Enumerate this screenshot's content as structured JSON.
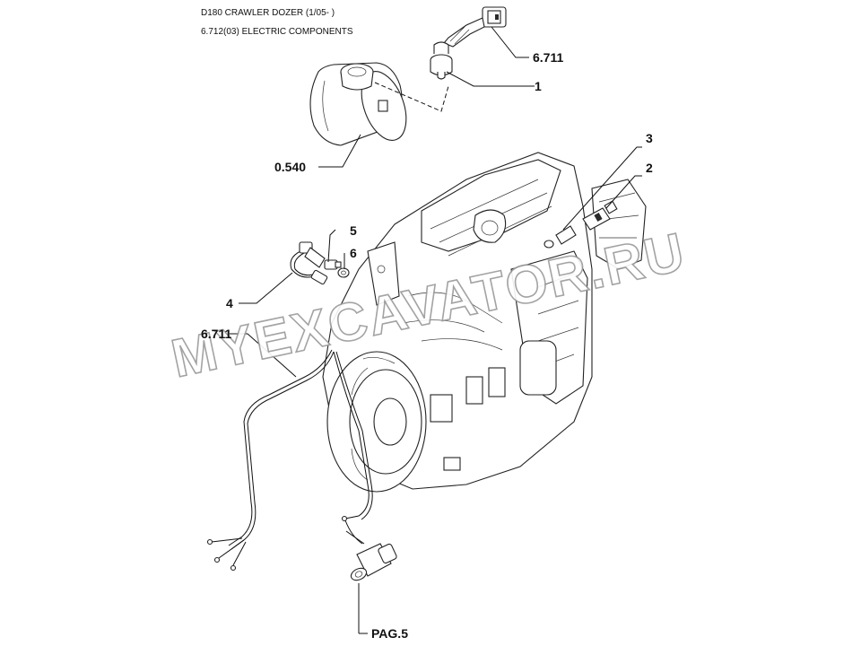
{
  "header": {
    "model": "D180 CRAWLER DOZER (1/05- )",
    "section": "6.712(03) ELECTRIC COMPONENTS"
  },
  "callouts": {
    "ref_6711_top": "6.711",
    "item_1": "1",
    "ref_0540": "0.540",
    "item_3": "3",
    "item_2": "2",
    "item_5": "5",
    "item_6": "6",
    "item_4": "4",
    "ref_6711_left": "6.711",
    "ref_pag5": "PAG.5"
  },
  "watermark": "MYEXCAVATOR.RU"
}
